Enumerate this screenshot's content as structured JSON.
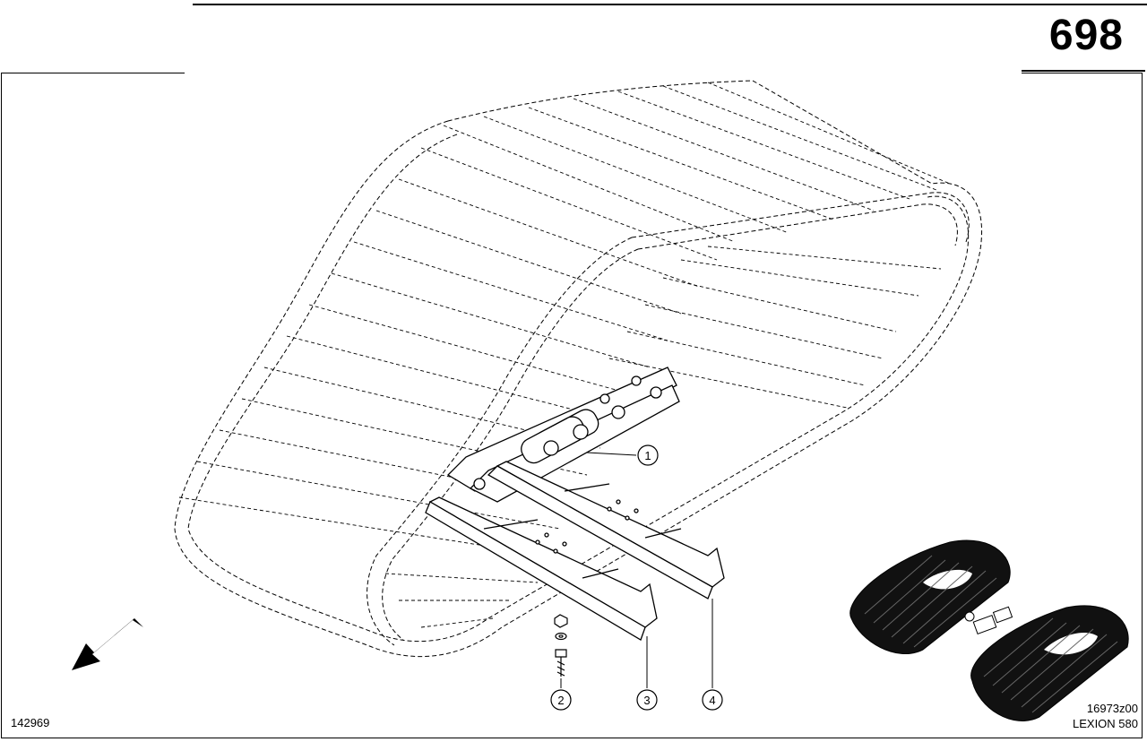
{
  "page_number": "698",
  "drawing_number": "142969",
  "figure_code": "16973z00",
  "model": "LEXION 580",
  "callouts": [
    "1",
    "2",
    "3",
    "4"
  ],
  "icons": {
    "direction": "direction-arrow-icon",
    "locator": "tracked-undercarriage-locator-icon"
  }
}
